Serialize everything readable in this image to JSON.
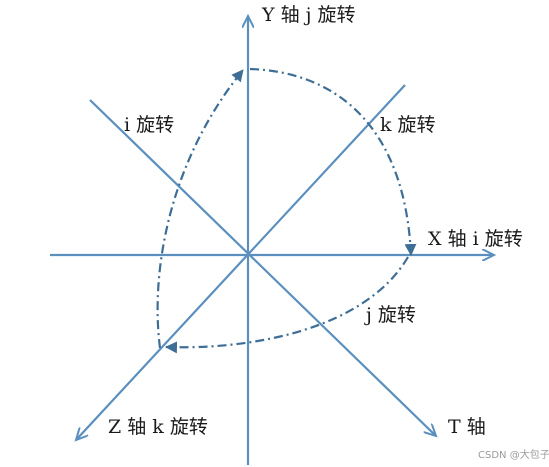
{
  "labels": {
    "y_axis": "Y 轴 j 旋转",
    "x_axis": "X 轴 i 旋转",
    "z_axis": "Z 轴 k 旋转",
    "t_axis": "T 轴",
    "i_rotation": "i 旋转",
    "k_rotation": "k 旋转",
    "j_rotation": "j 旋转"
  },
  "watermark": "CSDN @大包子",
  "colors": {
    "axis": "#5b8fbe",
    "curve": "#3e6e96",
    "text": "#1a1a1a",
    "watermark": "#9a9a9a"
  }
}
